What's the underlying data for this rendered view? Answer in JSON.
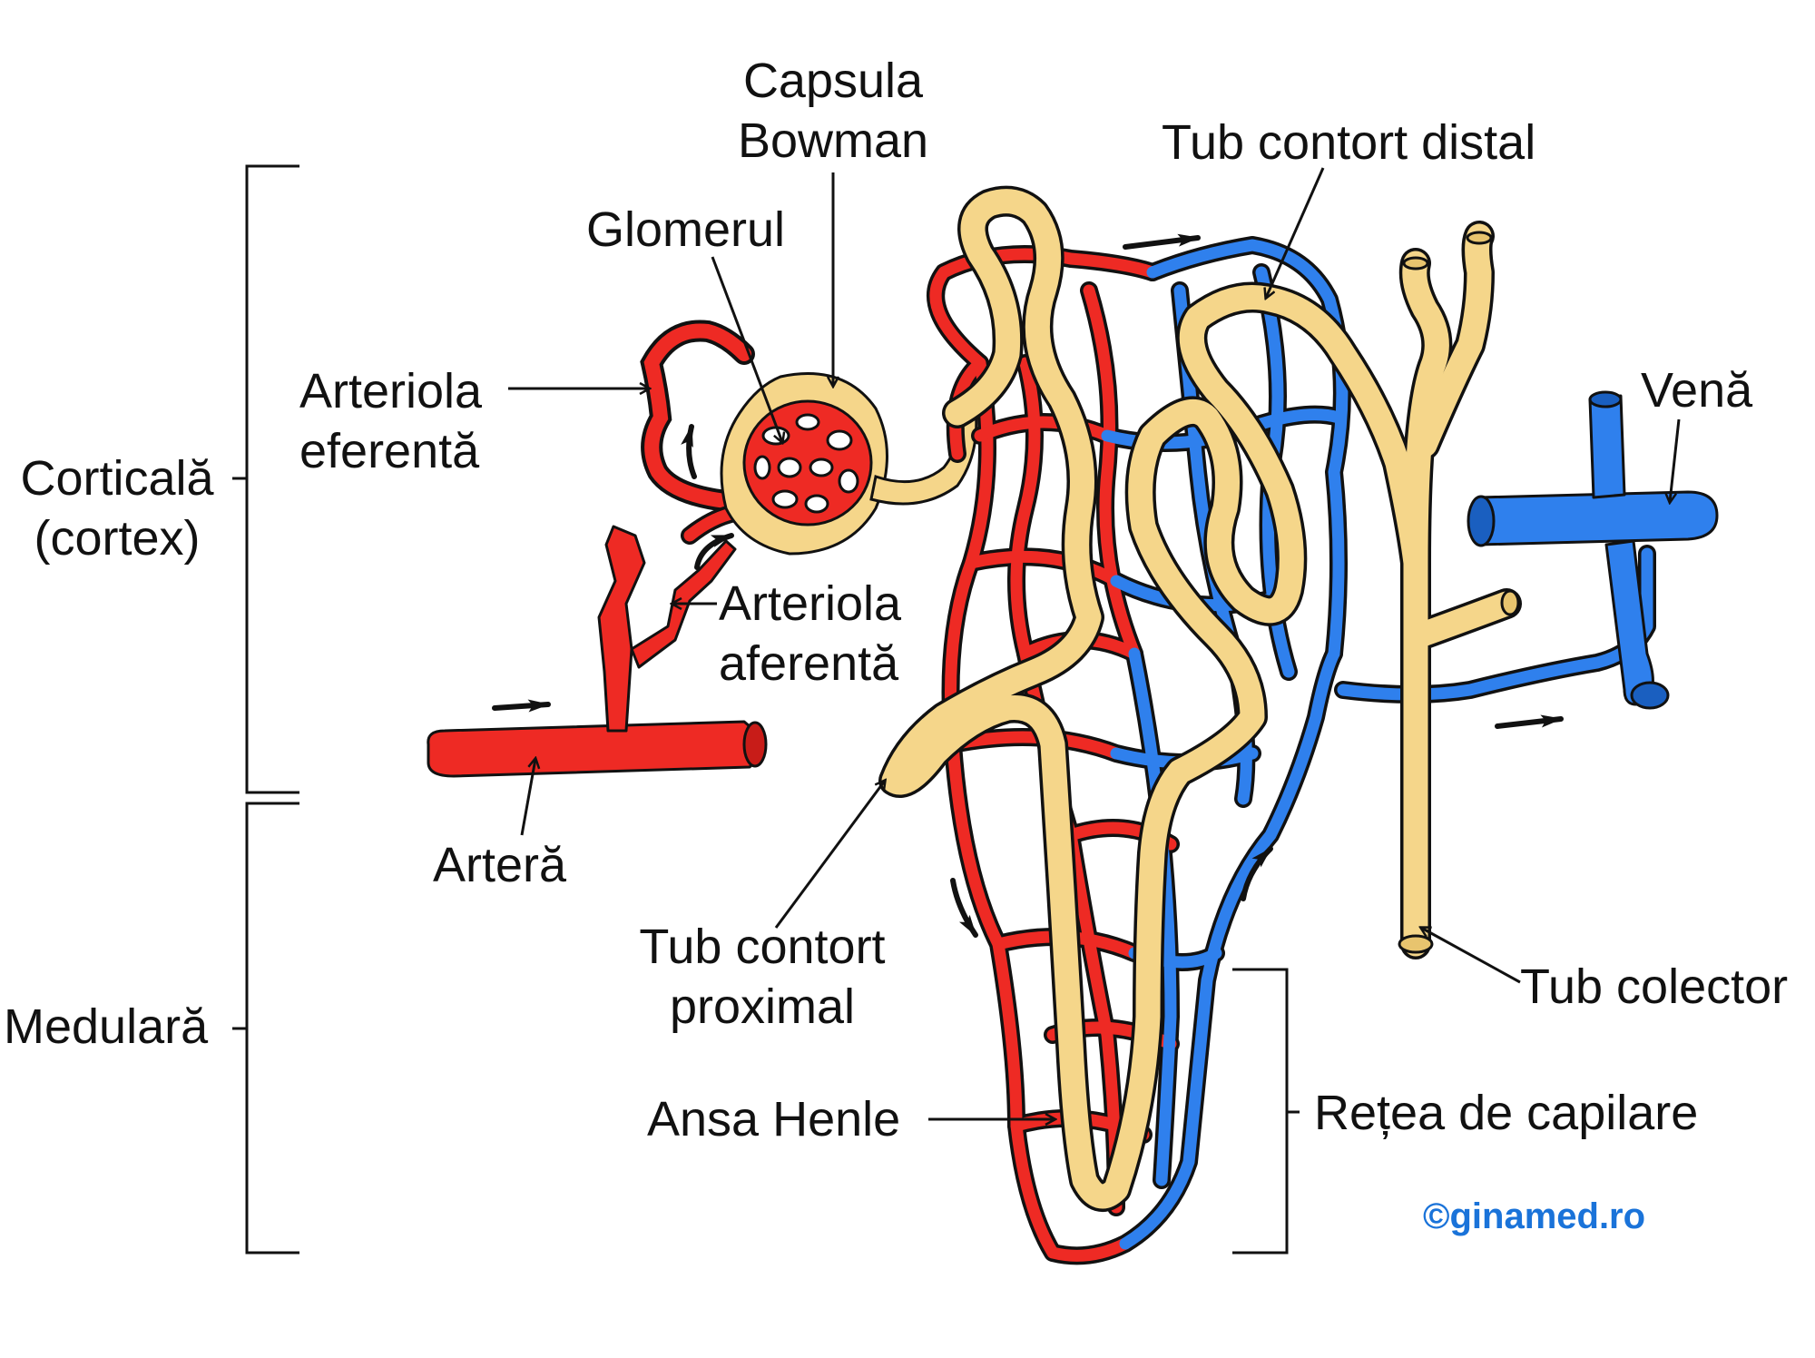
{
  "labels": {
    "capsula_bowman_1": "Capsula",
    "capsula_bowman_2": "Bowman",
    "glomerul": "Glomerul",
    "tub_contort_distal": "Tub contort distal",
    "arteriola_eferenta_1": "Arteriola",
    "arteriola_eferenta_2": "eferentă",
    "corticala_1": "Corticală",
    "corticala_2": "(cortex)",
    "arteriola_aferenta_1": "Arteriola",
    "arteriola_aferenta_2": "aferentă",
    "vena": "Venă",
    "artera": "Arteră",
    "tub_contort_proximal_1": "Tub contort",
    "tub_contort_proximal_2": "proximal",
    "tub_colector": "Tub colector",
    "medulara": "Medulară",
    "ansa_henle": "Ansa Henle",
    "retea_capilare": "Rețea de capilare"
  },
  "credit": "©ginamed.ro",
  "colors": {
    "artery": "#ee2a24",
    "vein": "#2f80ed",
    "tubule": "#f5d68a",
    "outline": "#111111",
    "credit": "#1a73d9"
  }
}
